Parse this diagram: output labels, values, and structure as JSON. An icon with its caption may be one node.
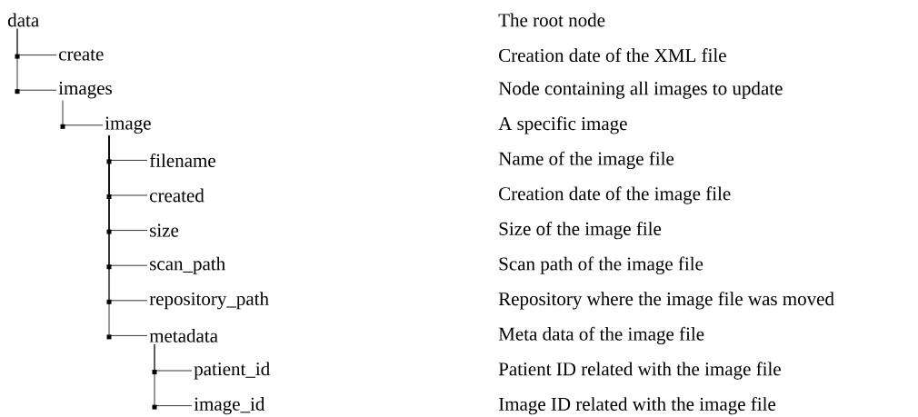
{
  "diagram": {
    "nodes": [
      {
        "text": [
          "data"
        ]
      },
      {
        "text": [
          "create"
        ]
      },
      {
        "text": [
          "images"
        ]
      },
      {
        "text": [
          "image"
        ]
      },
      {
        "text": [
          "filename"
        ]
      },
      {
        "text": [
          "created"
        ]
      },
      {
        "text": [
          "size"
        ]
      },
      {
        "text": [
          "scan_path"
        ]
      },
      {
        "text": [
          "repository_path"
        ]
      },
      {
        "text": [
          "metadata"
        ]
      },
      {
        "text": [
          "patient_id"
        ]
      },
      {
        "text": [
          "image_id"
        ]
      }
    ],
    "edges": [
      {
        "from": 0,
        "to": 1,
        "arrow": "none"
      },
      {
        "from": 0,
        "to": 2,
        "arrow": "none"
      },
      {
        "from": 2,
        "to": 3,
        "arrow": "none"
      },
      {
        "from": 3,
        "to": 4,
        "arrow": "none"
      },
      {
        "from": 3,
        "to": 5,
        "arrow": "none"
      },
      {
        "from": 3,
        "to": 6,
        "arrow": "none"
      },
      {
        "from": 3,
        "to": 7,
        "arrow": "none"
      },
      {
        "from": 3,
        "to": 8,
        "arrow": "none"
      },
      {
        "from": 3,
        "to": 9,
        "arrow": "none"
      },
      {
        "from": 9,
        "to": 10,
        "arrow": "none"
      },
      {
        "from": 9,
        "to": 11,
        "arrow": "none"
      }
    ],
    "labels": [
      "The root node",
      "Creation date of the XML file",
      "Node containing all images to update",
      "A specific image",
      "Name of the image file",
      "Creation date of the image file",
      "Size of the image file",
      "Scan path of the image file",
      "Repository where the image file was moved",
      "Meta data of the image file",
      "Patient ID related with the image file",
      "Image ID related with the image file"
    ]
  }
}
